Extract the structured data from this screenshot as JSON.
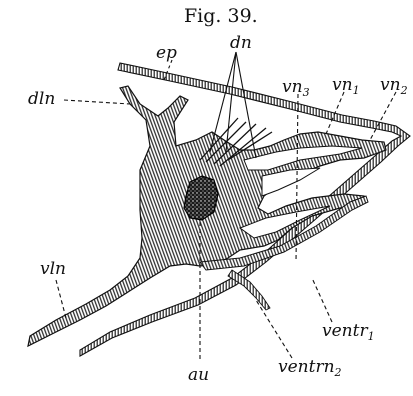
{
  "figure": {
    "caption": "Fig. 39.",
    "ink_color": "#111111",
    "paper_color": "#ffffff"
  },
  "labels": {
    "ep": "ep",
    "dn": "dn",
    "dln": "dln",
    "vn3": {
      "base": "vn",
      "sub": "3"
    },
    "vn1": {
      "base": "vn",
      "sub": "1"
    },
    "vn2": {
      "base": "vn",
      "sub": "2"
    },
    "vln": "vln",
    "ventr1": {
      "base": "ventr",
      "sub": "1"
    },
    "ventrn2": {
      "base": "ventrn",
      "sub": "2"
    },
    "au": "au"
  }
}
